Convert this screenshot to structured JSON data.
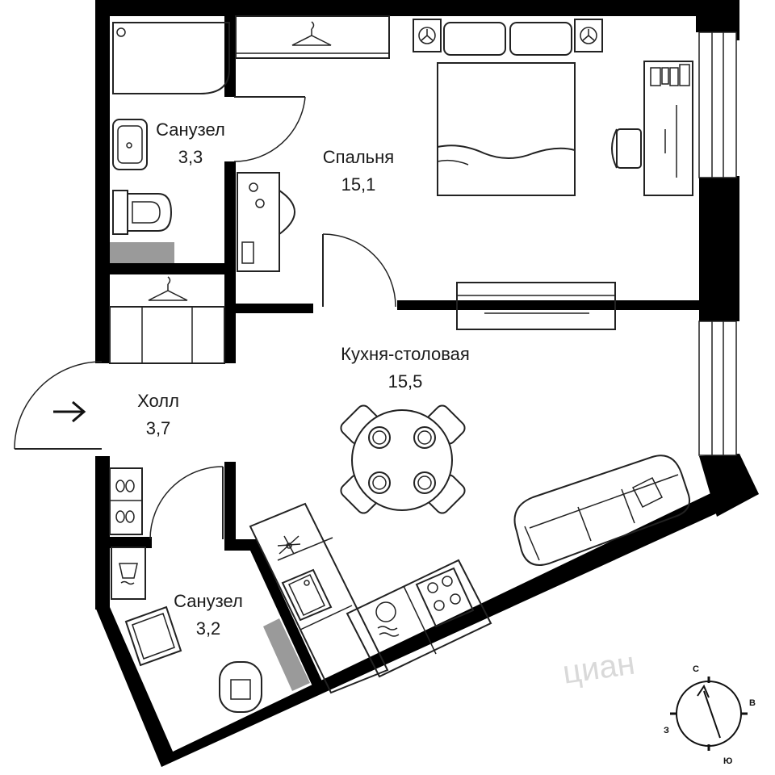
{
  "rooms": {
    "bathroom_top": {
      "name": "Санузел",
      "area": "3,3"
    },
    "bedroom": {
      "name": "Спальня",
      "area": "15,1"
    },
    "kitchen": {
      "name": "Кухня-столовая",
      "area": "15,5"
    },
    "hall": {
      "name": "Холл",
      "area": "3,7"
    },
    "bathroom_bottom": {
      "name": "Санузел",
      "area": "3,2"
    }
  },
  "watermark": "циан",
  "compass": {
    "north": "С",
    "east": "В",
    "south": "Ю",
    "west": "З"
  }
}
